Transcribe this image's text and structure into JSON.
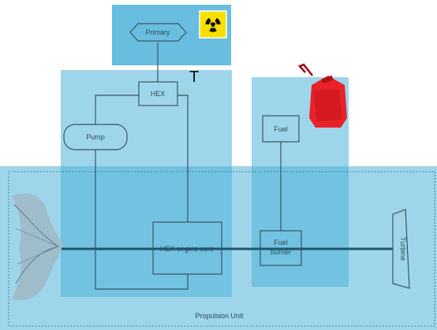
{
  "nodes": {
    "primary": "Primary",
    "hex": "HEX",
    "pump": "Pump",
    "fuel": "Fuel",
    "hex_engine_core": "HEX engine core",
    "fuel_burner_line1": "Fuel",
    "fuel_burner_line2": "burner",
    "turbine": "Turbine"
  },
  "annotations": {
    "t_marker": "T",
    "propulsion_unit": "Propulsion Unit"
  },
  "icons": [
    "radiation-icon",
    "fuel-canister-icon",
    "propeller-icon"
  ],
  "colors": {
    "region_fill": "#4fb3d9",
    "line": "#3a5566",
    "shaft": "#1e5570",
    "radiation_yellow": "#f7e000",
    "fuel_red": "#e8212b"
  }
}
